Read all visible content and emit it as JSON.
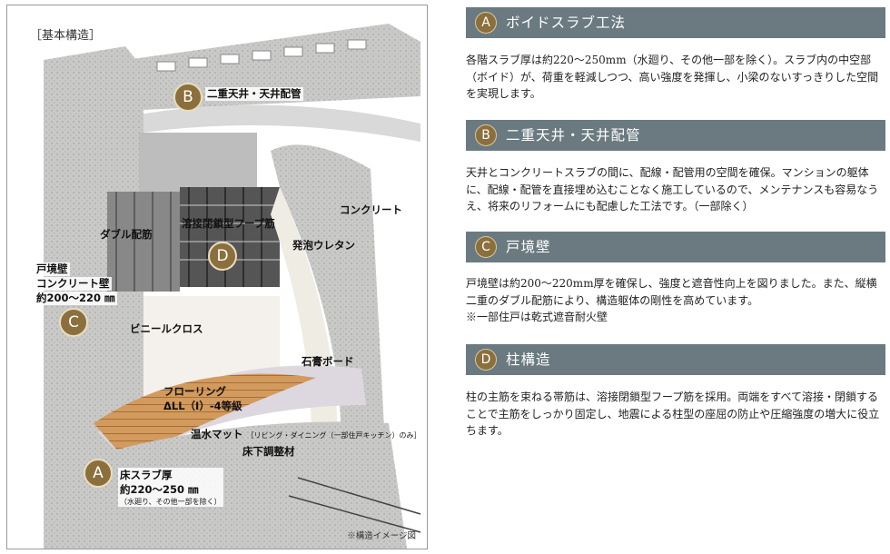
{
  "figure": {
    "title": "［基本構造］",
    "note": "※構造イメージ図",
    "labels": {
      "b_label": "二重天井・天井配管",
      "hoop": "溶接閉鎖型フープ筋",
      "double_rebar": "ダブル配筋",
      "concrete": "コンクリート",
      "urethane": "発泡ウレタン",
      "wall_1": "戸境壁",
      "wall_2": "コンクリート壁",
      "wall_3": "約200～220 ㎜",
      "vinyl": "ビニールクロス",
      "gypsum": "石膏ボード",
      "flooring_1": "フローリング",
      "flooring_2": "ΔLL（I）-4等級",
      "mat": "温水マット",
      "mat_note": "［リビング・ダイニング（一部住戸キッチン）のみ］",
      "underlay": "床下調整材",
      "slab_1": "床スラブ厚",
      "slab_2": "約220～250 ㎜",
      "slab_3": "（水廻り、その他一部を除く）"
    },
    "badges": {
      "a": "A",
      "b": "B",
      "c": "C",
      "d": "D"
    }
  },
  "sections": [
    {
      "badge": "A",
      "title": "ボイドスラブ工法",
      "body": "各階スラブ厚は約220～250mm（水廻り、その他一部を除く）。スラブ内の中空部（ボイド）が、荷重を軽減しつつ、高い強度を発揮し、小梁のないすっきりした空間を実現します。"
    },
    {
      "badge": "B",
      "title": "二重天井・天井配管",
      "body": "天井とコンクリートスラブの間に、配線・配管用の空間を確保。マンションの躯体に、配線・配管を直接埋め込むことなく施工しているので、メンテナンスも容易なうえ、将来のリフォームにも配慮した工法です。（一部除く）"
    },
    {
      "badge": "C",
      "title": "戸境壁",
      "body": "戸境壁は約200～220mm厚を確保し、強度と遮音性向上を図りました。また、縦横二重のダブル配筋により、構造躯体の剛性を高めています。",
      "body2": "※一部住戸は乾式遮音耐火壁"
    },
    {
      "badge": "D",
      "title": "柱構造",
      "body": "柱の主筋を束ねる帯筋は、溶接閉鎖型フープ筋を採用。両端をすべて溶接・閉鎖することで主筋をしっかり固定し、地震による柱型の座屈の防止や圧縮強度の増大に役立ちます。"
    }
  ],
  "colors": {
    "header_bar": "#6a7a80",
    "badge": "#8b6f3c"
  }
}
